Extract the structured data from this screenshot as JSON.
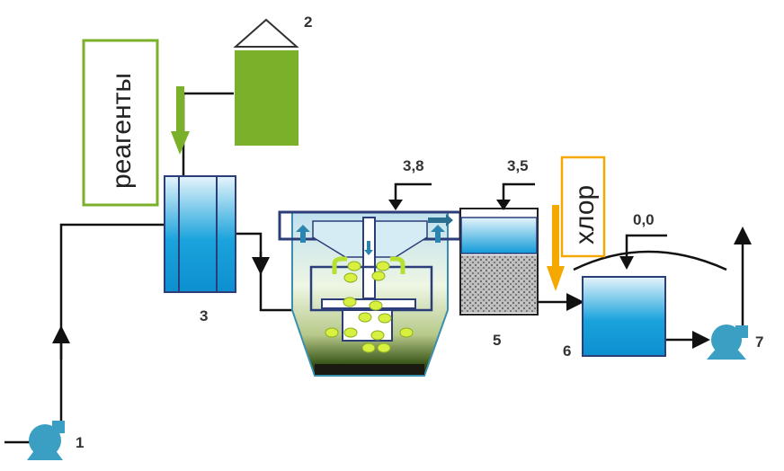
{
  "labels": {
    "reagents": "реагенты",
    "chlorine": "хлор",
    "n1": "1",
    "n2": "2",
    "n3": "3",
    "n5": "5",
    "n6": "6",
    "n7": "7",
    "level_clarifier": "3,8",
    "level_filter": "3,5",
    "level_tank": "0,0"
  },
  "colors": {
    "water": "#1a9fd8",
    "reagent": "#7ab02a",
    "chlorine": "#f5a800",
    "frame": "#2c3e7a",
    "pump": "#3a9fc2"
  }
}
